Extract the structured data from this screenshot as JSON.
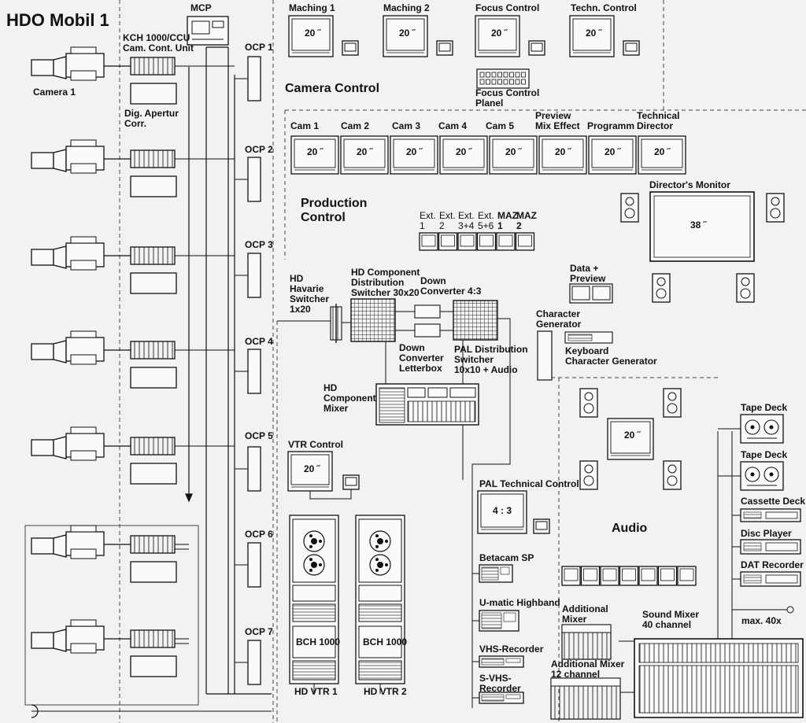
{
  "title": "HDO Mobil 1",
  "camera_chain": {
    "mcp": "MCP",
    "ccu": "KCH 1000/CCU\nCam. Cont. Unit",
    "camera_1": "Camera 1",
    "apertur": "Dig. Apertur\nCorr.",
    "ocp": [
      "OCP 1",
      "OCP 2",
      "OCP 3",
      "OCP 4",
      "OCP 5",
      "OCP 6",
      "OCP 7"
    ]
  },
  "camera_control": {
    "label": "Camera Control",
    "monitors": [
      {
        "label": "Maching 1",
        "size": "20 ˝"
      },
      {
        "label": "Maching 2",
        "size": "20 ˝"
      },
      {
        "label": "Focus Control",
        "size": "20 ˝"
      },
      {
        "label": "Techn. Control",
        "size": "20 ˝"
      }
    ],
    "focus_panel": "Focus Control\nPlanel"
  },
  "production_control": {
    "label": "Production\nControl",
    "monitors": [
      {
        "label": "Cam 1",
        "size": "20 ˝"
      },
      {
        "label": "Cam 2",
        "size": "20 ˝"
      },
      {
        "label": "Cam 3",
        "size": "20 ˝"
      },
      {
        "label": "Cam 4",
        "size": "20 ˝"
      },
      {
        "label": "Cam 5",
        "size": "20 ˝"
      },
      {
        "label": "Preview\nMix Effect",
        "size": "20 ˝"
      },
      {
        "label": "Programm",
        "size": "20 ˝"
      },
      {
        "label": "Technical\nDirector",
        "size": "20 ˝"
      }
    ],
    "directors_monitor": {
      "label": "Director's Monitor",
      "size": "38 ˝"
    },
    "ext_labels": [
      "Ext.\n1",
      "Ext.\n2",
      "Ext.\n3+4",
      "Ext.\n5+6",
      "MAZ\n1",
      "MAZ\n2"
    ],
    "data_preview": "Data +\nPreview",
    "character_generator": "Character\nGenerator",
    "keyboard_cg": "Keyboard\nCharacter Generator",
    "havarie": "HD\nHavarie\nSwitcher\n1x20",
    "hd_switcher": "HD Component\nDistribution\nSwitcher 30x20",
    "down_conv_43": "Down\nConverter 4:3",
    "down_conv_lb": "Down\nConverter\nLetterbox",
    "pal_switcher": "PAL Distribution\nSwitcher\n10x10 + Audio",
    "hd_mixer": "HD\nComponent\nMixer"
  },
  "vtr": {
    "control": {
      "label": "VTR Control",
      "size": "20 ˝"
    },
    "units": [
      {
        "model": "BCH 1000",
        "label": "HD VTR 1"
      },
      {
        "model": "BCH 1000",
        "label": "HD VTR 2"
      }
    ]
  },
  "pal": {
    "label": "PAL Technical Control",
    "size": "4 : 3",
    "betacam": "Betacam SP",
    "umatic": "U-matic Highband",
    "vhs": "VHS-Recorder",
    "svhs": "S-VHS-\nRecorder"
  },
  "audio": {
    "label": "Audio",
    "monitor_size": "20 ˝",
    "tape_deck_1": "Tape Deck",
    "tape_deck_2": "Tape Deck",
    "cassette": "Cassette Deck",
    "disc": "Disc Player",
    "dat": "DAT Recorder",
    "additional_mixer": "Additional\nMixer",
    "additional_mixer_12": "Additional Mixer\n12 channel",
    "sound_mixer": "Sound Mixer\n40 channel",
    "max": "max. 40x"
  }
}
